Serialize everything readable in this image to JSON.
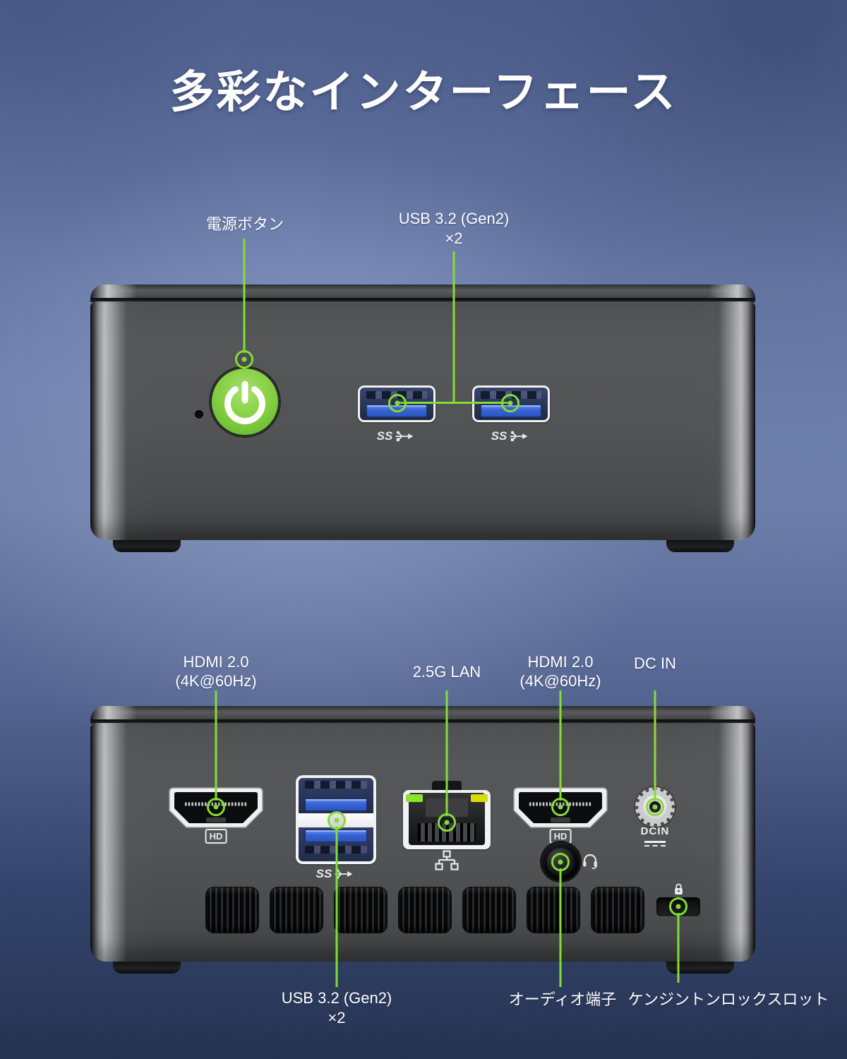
{
  "title": "多彩なインターフェース",
  "front": {
    "power_label": "電源ボタン",
    "usb_label_line1": "USB 3.2 (Gen2)",
    "usb_label_line2": "×2"
  },
  "back": {
    "hdmi_left_line1": "HDMI 2.0",
    "hdmi_left_line2": "(4K@60Hz)",
    "lan_label": "2.5G LAN",
    "hdmi_right_line1": "HDMI 2.0",
    "hdmi_right_line2": "(4K@60Hz)",
    "dcin_label": "DC IN",
    "usb_label_line1": "USB 3.2 (Gen2)",
    "usb_label_line2": "×2",
    "audio_label": "オーディオ端子",
    "kensington_label": "ケンジントンロックスロット"
  },
  "badges": {
    "hd": "HD",
    "dcin": "DCIN",
    "ss": "SS"
  },
  "colors": {
    "leader_green": "#85DD33",
    "power_button_green": "#7DC83E",
    "led_green": "#8CE32C",
    "led_yellow": "#D8DF00",
    "usb_blue": "#3A68D8",
    "hdmi_bezel_white": "#EEF0F2",
    "device_gray": "#525355",
    "background_blue": "#6E81B1",
    "background_dark_navy": "#22304F",
    "label_white": "#FFFFFF"
  }
}
